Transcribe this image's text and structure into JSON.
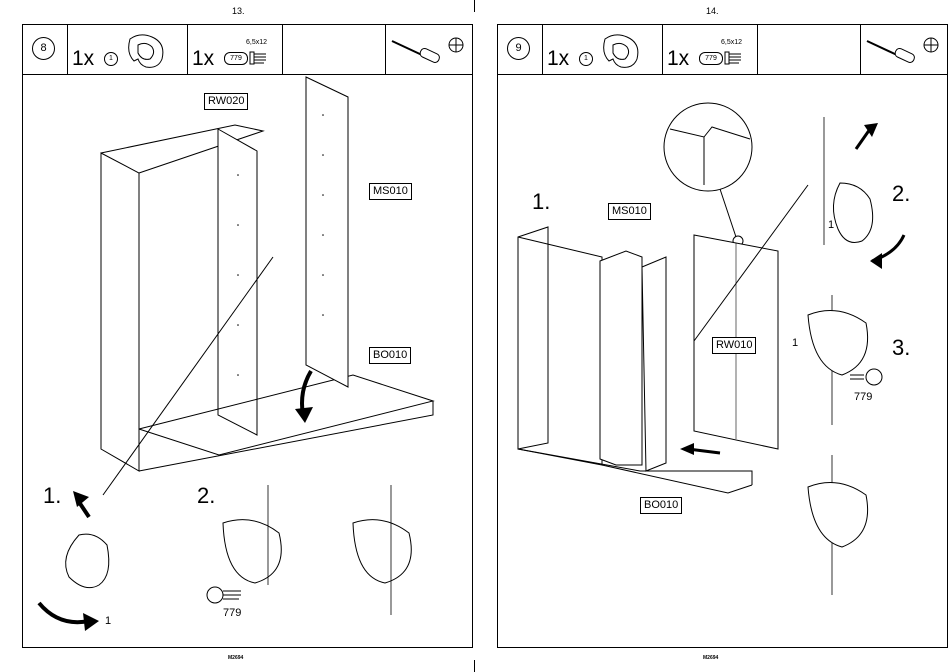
{
  "page_left": {
    "number": "13.",
    "code": "M2694"
  },
  "page_right": {
    "number": "14.",
    "code": "M2694"
  },
  "step8": {
    "step": "8",
    "qty1": "1x",
    "part1": "1",
    "qty2": "1x",
    "screw_size": "6,5x12",
    "part2": "779",
    "labels": {
      "rw020": "RW020",
      "ms010": "MS010",
      "bo010": "BO010"
    },
    "substep1": "1.",
    "substep2": "2.",
    "bracket_num": "1",
    "screw_num": "779"
  },
  "step9": {
    "step": "9",
    "qty1": "1x",
    "part1": "1",
    "qty2": "1x",
    "screw_size": "6,5x12",
    "part2": "779",
    "labels": {
      "ms010": "MS010",
      "rw010": "RW010",
      "bo010": "BO010"
    },
    "substep1": "1.",
    "substep2": "2.",
    "substep3": "3.",
    "bracket_num_a": "1",
    "bracket_num_b": "1",
    "screw_num": "779"
  },
  "icons": [
    "screwdriver-icon",
    "phillips-head-icon",
    "bracket-icon",
    "screw-icon",
    "arrow-icon"
  ]
}
